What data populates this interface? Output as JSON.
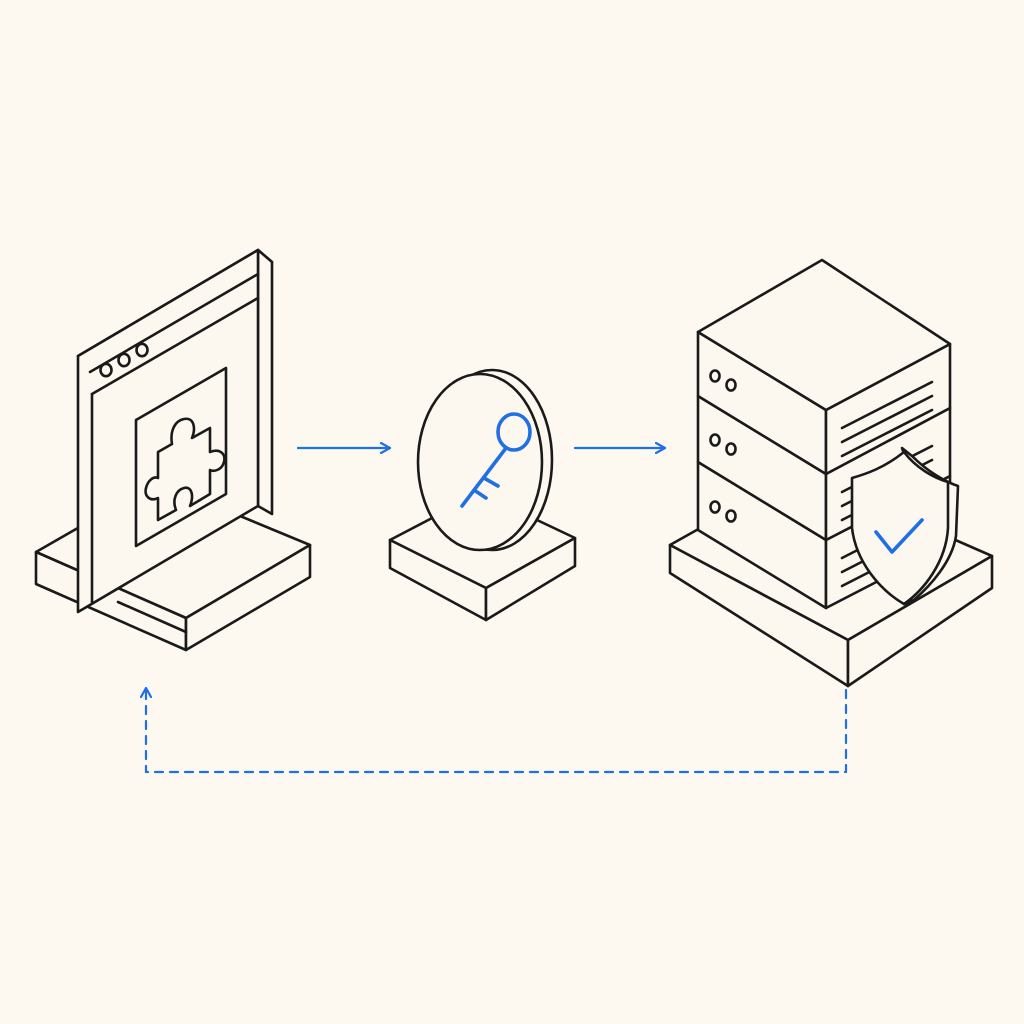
{
  "colors": {
    "background": "#fdf9f1",
    "ink": "#1a1a1a",
    "accent": "#1f6fe5"
  },
  "nodes": [
    {
      "id": "browser-extension",
      "icons": [
        "browser-window-icon",
        "puzzle-piece-icon"
      ]
    },
    {
      "id": "key-token",
      "icons": [
        "key-icon"
      ]
    },
    {
      "id": "secure-server",
      "icons": [
        "server-stack-icon",
        "shield-check-icon"
      ]
    }
  ],
  "edges": [
    {
      "from": "browser-extension",
      "to": "key-token",
      "style": "solid"
    },
    {
      "from": "key-token",
      "to": "secure-server",
      "style": "solid"
    },
    {
      "from": "secure-server",
      "to": "browser-extension",
      "style": "dashed"
    }
  ]
}
